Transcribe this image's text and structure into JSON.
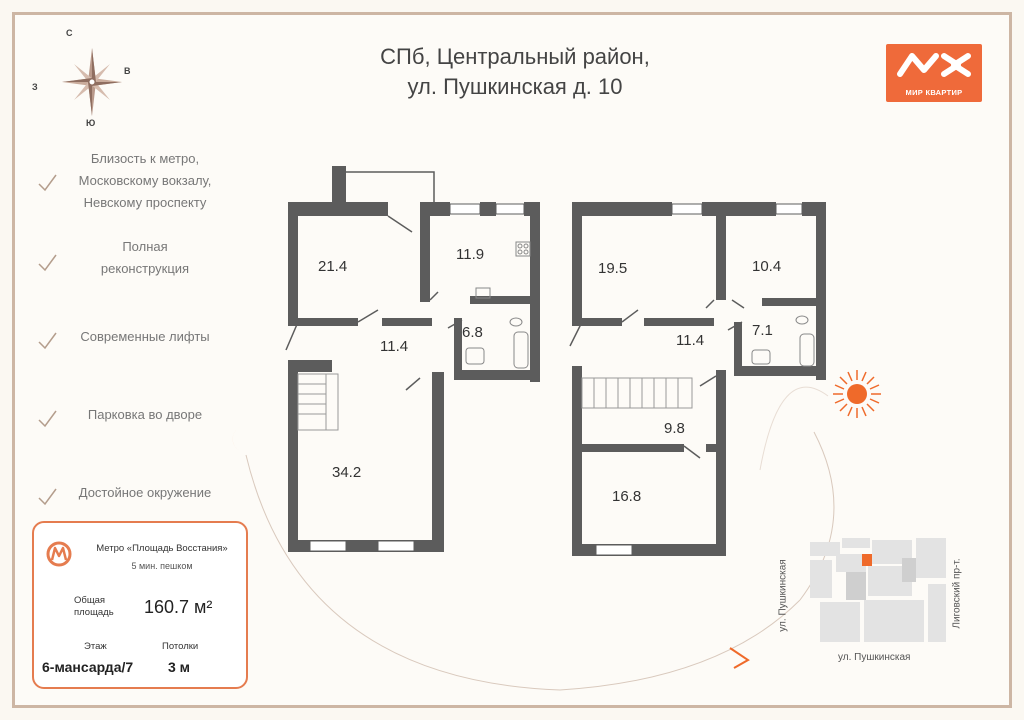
{
  "header": {
    "line1": "СПб, Центральный район,",
    "line2": "ул. Пушкинская д. 10"
  },
  "logo": {
    "text": "МИР КВАРТИР",
    "color": "#ef6a3a"
  },
  "compass": {
    "north": "С",
    "east": "В",
    "south": "Ю",
    "west": "З"
  },
  "features": [
    {
      "lines": [
        "Близость к метро,",
        "Московскому вокзалу,",
        "Невскому проспекту"
      ]
    },
    {
      "lines": [
        "Полная",
        "реконструкция"
      ]
    },
    {
      "lines": [
        "Современные лифты"
      ]
    },
    {
      "lines": [
        "Парковка во дворе"
      ]
    },
    {
      "lines": [
        "Достойное окружение"
      ]
    }
  ],
  "card": {
    "metro": "Метро «Площадь Восстания»",
    "walk": "5 мин. пешком",
    "area_label_1": "Общая",
    "area_label_2": "площадь",
    "area_value": "160.7 м²",
    "floor_label": "Этаж",
    "floor_value": "6-мансарда/7",
    "ceil_label": "Потолки",
    "ceil_value": "3 м"
  },
  "plan_left": {
    "r1": "21.4",
    "r2": "11.9",
    "r3": "11.4",
    "r4": "6.8",
    "r5": "34.2"
  },
  "plan_right": {
    "r1": "19.5",
    "r2": "10.4",
    "r3": "11.4",
    "r4": "7.1",
    "r5": "9.8",
    "r6": "16.8"
  },
  "map": {
    "street_vertical": "ул. Пушкинская",
    "street_bottom": "ул. Пушкинская",
    "street_right": "Лиговский пр-т."
  },
  "colors": {
    "wall": "#5c5c5c",
    "accent": "#e57c4f",
    "sun": "#ef6a2a"
  }
}
